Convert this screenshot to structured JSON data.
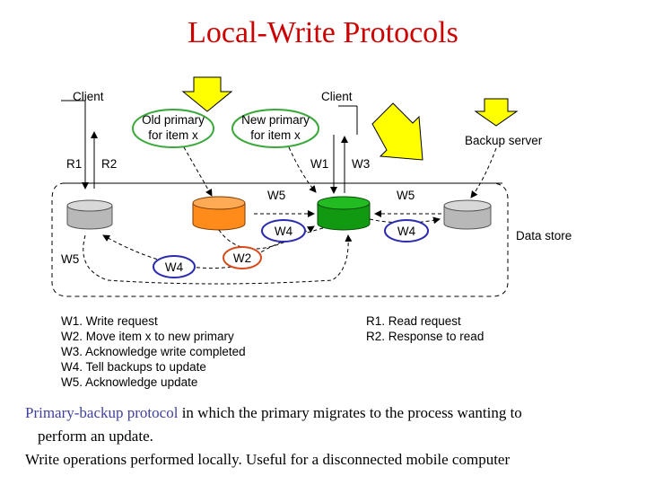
{
  "title": "Local-Write Protocols",
  "diagram": {
    "client_left": "Client",
    "client_right": "Client",
    "old_primary": [
      "Old primary",
      "for item x"
    ],
    "new_primary": [
      "New primary",
      "for item x"
    ],
    "backup_server": "Backup server",
    "data_store": "Data store",
    "r1": "R1",
    "r2": "R2",
    "w1": "W1",
    "w3": "W3",
    "w5_left": "W5",
    "w5_mid": "W5",
    "w5_right": "W5",
    "w4_mid": "W4",
    "w4_right": "W4",
    "w4_bottom": "W4",
    "w2": "W2"
  },
  "legend_left": [
    "W1. Write request",
    "W2. Move item x to new primary",
    "W3. Acknowledge write completed",
    "W4. Tell backups to update",
    "W5. Acknowledge update"
  ],
  "legend_right": [
    "R1. Read request",
    "R2. Response to read"
  ],
  "caption": {
    "line1_highlight": "Primary-backup protocol",
    "line1_rest": " in which the primary migrates to the process wanting to",
    "line1_cont": "perform an update.",
    "line2": "Write operations performed locally. Useful for a disconnected mobile computer"
  },
  "colors": {
    "title": "#cc0000",
    "old_primary_disk": "#ff8c1a",
    "new_primary_disk": "#119a11",
    "backup_disk": "#b8b8b8",
    "callout_outline_green": "#3aa83a",
    "callout_outline_blue": "#2b2bb0",
    "callout_outline_red": "#d84a1a",
    "arrow_fill": "#ffff00"
  }
}
